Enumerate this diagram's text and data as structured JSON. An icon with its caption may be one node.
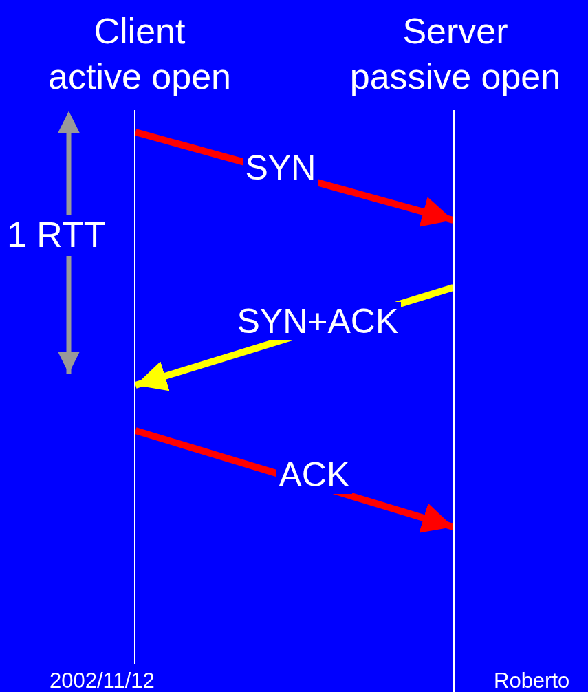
{
  "diagram": {
    "nodes": [
      {
        "text": [
          "Client",
          "active open"
        ]
      },
      {
        "text": [
          "Server",
          "passive open"
        ]
      },
      {
        "text": [],
        "shape": "bar"
      },
      {
        "text": [],
        "shape": "bar"
      }
    ],
    "edges": [
      {
        "from": 2,
        "to": 3,
        "arrow": "to",
        "label": "SYN",
        "color": "#ff0000"
      },
      {
        "from": 3,
        "to": 2,
        "arrow": "to",
        "label": "SYN+ACK",
        "color": "#ffff00"
      },
      {
        "from": 2,
        "to": 3,
        "arrow": "to",
        "label": "ACK",
        "color": "#ff0000"
      }
    ],
    "labels": [
      "1 RTT",
      "2002/11/12",
      "Roberto"
    ]
  }
}
